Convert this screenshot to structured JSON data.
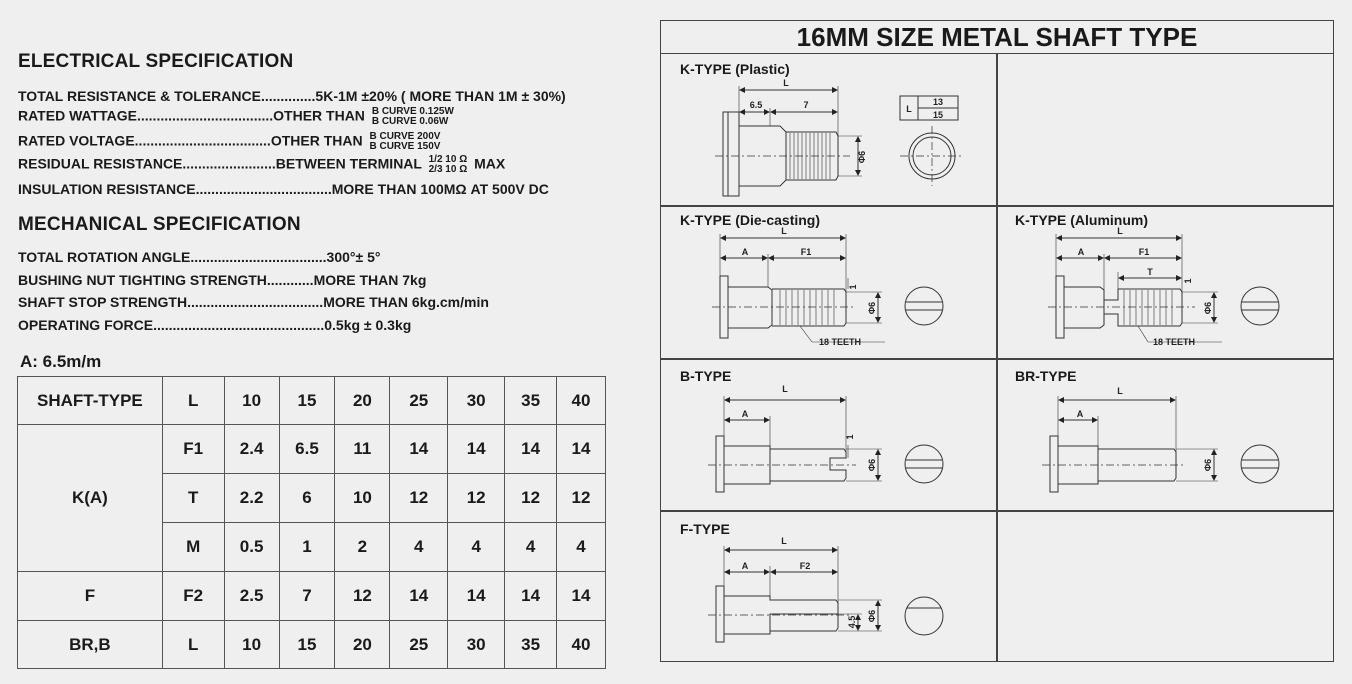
{
  "electrical": {
    "heading": "ELECTRICAL SPECIFICATION",
    "rows": [
      {
        "label": "TOTAL RESISTANCE & TOLERANCE",
        "dots": "..............",
        "value": "5K-1M ±20% ( MORE THAN 1M ± 30%)"
      },
      {
        "label": "RATED WATTAGE",
        "dots": "...................................",
        "value": "OTHER THAN",
        "b1": "B CURVE 0.125W",
        "b2": "B CURVE 0.06W"
      },
      {
        "label": "RATED VOLTAGE",
        "dots": "...................................",
        "value": "OTHER THAN",
        "b1": "B CURVE 200V",
        "b2": "B CURVE 150V"
      },
      {
        "label": "RESIDUAL RESISTANCE",
        "dots": "........................",
        "value": "BETWEEN TERMINAL",
        "b1": "1/2 10 Ω",
        "b2": "2/3 10 Ω",
        "suffix": "MAX"
      },
      {
        "label": "INSULATION RESISTANCE",
        "dots": "...................................",
        "value": "MORE THAN 100MΩ AT 500V DC"
      }
    ]
  },
  "mechanical": {
    "heading": "MECHANICAL SPECIFICATION",
    "rows": [
      {
        "label": "TOTAL ROTATION ANGLE",
        "dots": "...................................",
        "value": "300°± 5°"
      },
      {
        "label": "BUSHING NUT TIGHTING STRENGTH",
        "dots": "............",
        "value": "MORE THAN 7kg"
      },
      {
        "label": "SHAFT STOP STRENGTH",
        "dots": "...................................",
        "value": "MORE THAN 6kg.cm/min"
      },
      {
        "label": "OPERATING FORCE",
        "dots": "............................................",
        "value": "0.5kg ± 0.3kg"
      }
    ]
  },
  "table": {
    "caption": "A: 6.5m/m",
    "header": [
      "SHAFT-TYPE",
      "L",
      "10",
      "15",
      "20",
      "25",
      "30",
      "35",
      "40"
    ],
    "groups": [
      {
        "name": "K(A)",
        "rows": [
          {
            "key": "F1",
            "values": [
              "2.4",
              "6.5",
              "11",
              "14",
              "14",
              "14",
              "14"
            ]
          },
          {
            "key": "T",
            "values": [
              "2.2",
              "6",
              "10",
              "12",
              "12",
              "12",
              "12"
            ]
          },
          {
            "key": "M",
            "values": [
              "0.5",
              "1",
              "2",
              "4",
              "4",
              "4",
              "4"
            ]
          }
        ]
      },
      {
        "name": "F",
        "rows": [
          {
            "key": "F2",
            "values": [
              "2.5",
              "7",
              "12",
              "14",
              "14",
              "14",
              "14"
            ]
          }
        ]
      },
      {
        "name": "BR,B",
        "rows": [
          {
            "key": "L",
            "values": [
              "10",
              "15",
              "20",
              "25",
              "30",
              "35",
              "40"
            ]
          }
        ]
      }
    ]
  },
  "panel": {
    "title": "16MM SIZE METAL SHAFT TYPE",
    "cells": {
      "k_plastic": {
        "title": "K-TYPE (Plastic)",
        "L": "L",
        "d1": "6.5",
        "d2": "7",
        "dia": "Φ6",
        "box_L": "L",
        "box_v1": "13",
        "box_v2": "15"
      },
      "k_die": {
        "title": "K-TYPE (Die-casting)",
        "L": "L",
        "A": "A",
        "F1": "F1",
        "one": "1",
        "dia": "Φ6",
        "teeth": "18 TEETH"
      },
      "k_alu": {
        "title": "K-TYPE (Aluminum)",
        "L": "L",
        "A": "A",
        "F1": "F1",
        "T": "T",
        "one": "1",
        "dia": "Φ6",
        "teeth": "18 TEETH"
      },
      "b": {
        "title": "B-TYPE",
        "L": "L",
        "A": "A",
        "one": "1",
        "dia": "Φ6"
      },
      "br": {
        "title": "BR-TYPE",
        "L": "L",
        "A": "A",
        "dia": "Φ6"
      },
      "f": {
        "title": "F-TYPE",
        "L": "L",
        "A": "A",
        "F2": "F2",
        "d45": "4.5",
        "dia": "Φ6"
      }
    }
  }
}
